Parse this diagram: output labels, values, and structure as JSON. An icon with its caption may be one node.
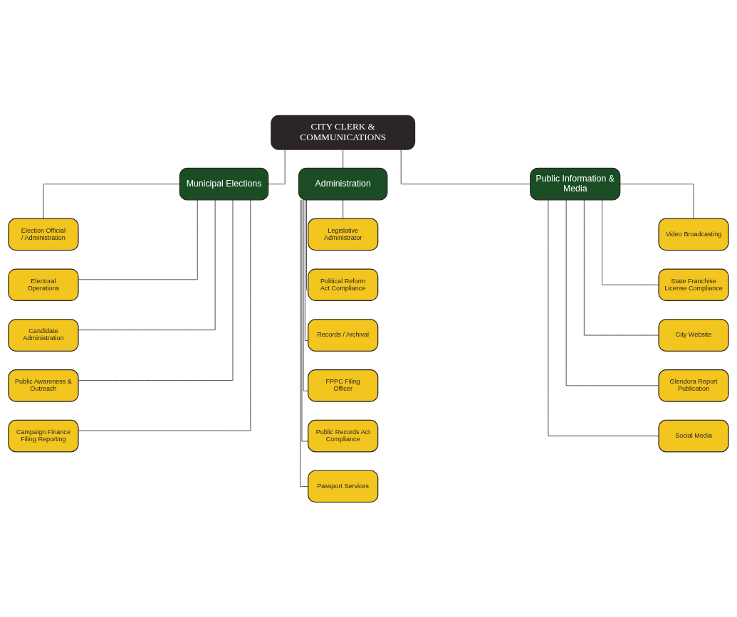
{
  "diagram": {
    "nodes": [
      {
        "text": [
          "CITY CLERK & COMMUNICATIONS"
        ]
      },
      {
        "text": [
          "Municipal Elections"
        ]
      },
      {
        "text": [
          "Administration"
        ]
      },
      {
        "text": [
          "Public Information & Media"
        ]
      },
      {
        "text": [
          "Election Official / Administration"
        ]
      },
      {
        "text": [
          "Electoral Operations"
        ]
      },
      {
        "text": [
          "Candidate Administration"
        ]
      },
      {
        "text": [
          "Public Awareness & Outreach"
        ]
      },
      {
        "text": [
          "Campaign Finance Filing Reporting"
        ]
      },
      {
        "text": [
          "Legislative Administrator"
        ]
      },
      {
        "text": [
          "Political Reform Act Compliance"
        ]
      },
      {
        "text": [
          "Records / Archival"
        ]
      },
      {
        "text": [
          "FPPC Filing Officer"
        ]
      },
      {
        "text": [
          "Public Records Act Compliance"
        ]
      },
      {
        "text": [
          "Passport Services"
        ]
      },
      {
        "text": [
          "Video Broadcasting"
        ]
      },
      {
        "text": [
          "State Franchise License Compliance"
        ]
      },
      {
        "text": [
          "City Website"
        ]
      },
      {
        "text": [
          "Glendora Report Publication"
        ]
      },
      {
        "text": [
          "Social Media"
        ]
      }
    ],
    "edges": [
      {
        "from": 0,
        "to": 1,
        "arrow": "none"
      },
      {
        "from": 0,
        "to": 2,
        "arrow": "none"
      },
      {
        "from": 0,
        "to": 3,
        "arrow": "none"
      },
      {
        "from": 1,
        "to": 4,
        "arrow": "none"
      },
      {
        "from": 1,
        "to": 5,
        "arrow": "none"
      },
      {
        "from": 1,
        "to": 6,
        "arrow": "none"
      },
      {
        "from": 1,
        "to": 7,
        "arrow": "none"
      },
      {
        "from": 1,
        "to": 8,
        "arrow": "none"
      },
      {
        "from": 2,
        "to": 9,
        "arrow": "none"
      },
      {
        "from": 2,
        "to": 10,
        "arrow": "none"
      },
      {
        "from": 2,
        "to": 11,
        "arrow": "none"
      },
      {
        "from": 2,
        "to": 12,
        "arrow": "none"
      },
      {
        "from": 2,
        "to": 13,
        "arrow": "none"
      },
      {
        "from": 2,
        "to": 14,
        "arrow": "none"
      },
      {
        "from": 3,
        "to": 15,
        "arrow": "none"
      },
      {
        "from": 3,
        "to": 16,
        "arrow": "none"
      },
      {
        "from": 3,
        "to": 17,
        "arrow": "none"
      },
      {
        "from": 3,
        "to": 18,
        "arrow": "none"
      },
      {
        "from": 3,
        "to": 19,
        "arrow": "none"
      }
    ]
  }
}
